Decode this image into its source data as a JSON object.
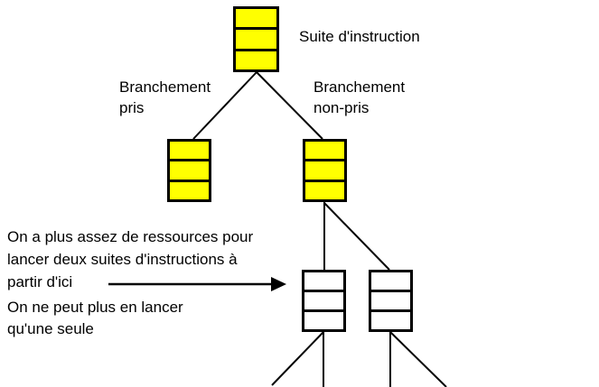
{
  "colors": {
    "node_yellow": "#ffff00",
    "node_white": "#ffffff",
    "line": "#000000",
    "background": "#ffffff"
  },
  "diagram": {
    "root_label": "Suite d'instruction",
    "branch_taken_label": [
      "Branchement",
      "pris"
    ],
    "branch_not_taken_label": [
      "Branchement",
      "non-pris"
    ],
    "nodes": [
      {
        "id": "root-instruction-suite",
        "fill": "node_yellow",
        "segments": 3
      },
      {
        "id": "branch-taken-suite",
        "fill": "node_yellow",
        "segments": 3
      },
      {
        "id": "branch-not-taken-suite",
        "fill": "node_yellow",
        "segments": 3
      },
      {
        "id": "speculative-suite-left",
        "fill": "node_white",
        "segments": 3
      },
      {
        "id": "speculative-suite-right",
        "fill": "node_white",
        "segments": 3
      }
    ]
  },
  "annotations": {
    "no_resources": [
      "On a plus assez de ressources pour",
      "lancer deux suites d'instructions à",
      "partir d'ici"
    ],
    "single_launch": [
      "On ne peut plus en lancer",
      "qu'une seule"
    ]
  }
}
